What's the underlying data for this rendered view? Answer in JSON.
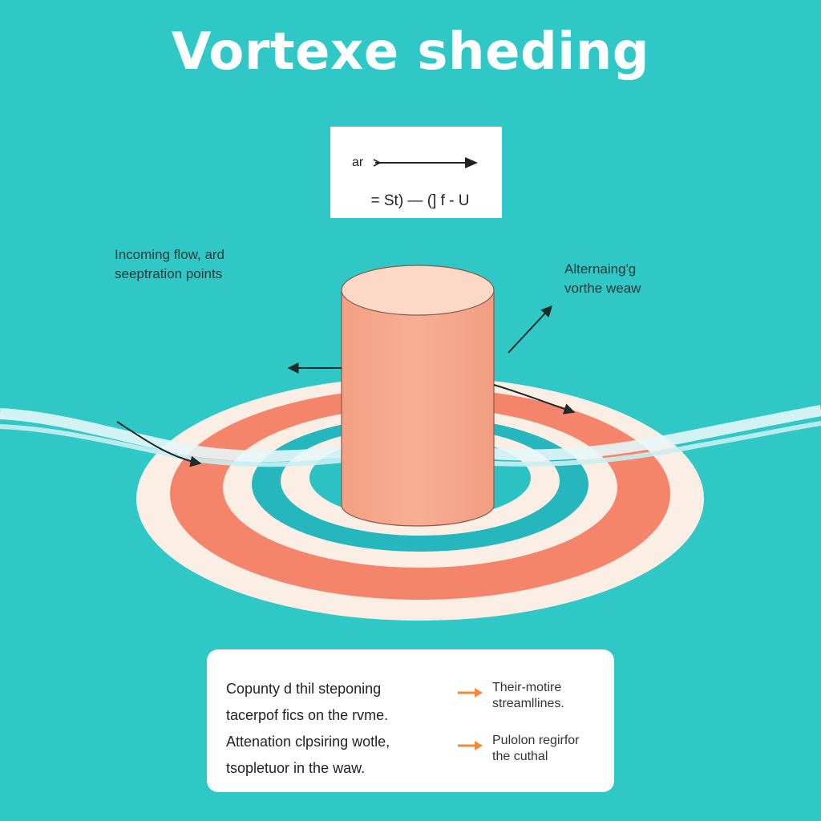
{
  "title": "Vortexe sheding",
  "formula": {
    "top_label": "ar",
    "equation": "= St) — (] f - U"
  },
  "labels": {
    "left_line1": "Incoming flow, ard",
    "left_line2": "seeptration points",
    "right_line1": "Alternaing'g",
    "right_line2": "vorthe weaw"
  },
  "card": {
    "lines": [
      "Copunty d thil steponing",
      "tacerpof fics on the rvme.",
      "Attenation clpsiring wotle,",
      "tsopletuor in the waw."
    ],
    "legend": [
      {
        "line1": "Their-motire",
        "line2": "streamllines."
      },
      {
        "line1": "Pulolon regirfor",
        "line2": "the cuthal"
      }
    ]
  },
  "colors": {
    "background": "#2fc8c6",
    "cylinder": "#f7a88c",
    "ring_coral": "#f4846a",
    "ring_cream": "#fbeee4",
    "ring_teal": "#25b6be",
    "legend_arrow": "#f28a3c"
  }
}
